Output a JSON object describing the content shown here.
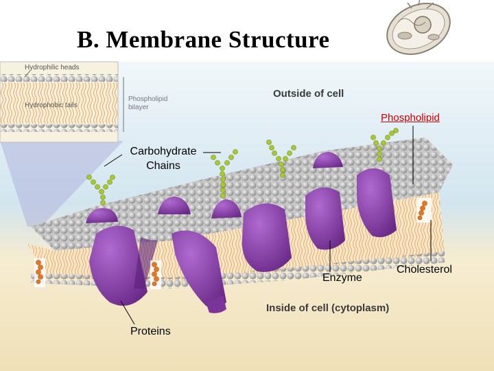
{
  "title": "B.  Membrane Structure",
  "regions": {
    "outside": "Outside of cell",
    "inside": "Inside of cell (cytoplasm)"
  },
  "labels": {
    "phospholipid": "Phospholipid",
    "carbohydrate_chains": "Carbohydrate Chains",
    "enzyme": "Enzyme",
    "cholesterol": "Cholesterol",
    "proteins": "Proteins"
  },
  "inset": {
    "hydrophilic_heads": "Hydrophilic heads",
    "hydrophobic_tails": "Hydrophobic tails",
    "phospholipid_bilayer": "Phospholipid bilayer"
  },
  "colors": {
    "protein": "#8e44b0",
    "protein_dark": "#6a2a88",
    "carbohydrate": "#a8c832",
    "head": "#b8b8b8",
    "tail": "#e8a860",
    "cholesterol": "#e87820",
    "phospholipid_label": "#cc0000",
    "sky": "#cfe3ee",
    "ground": "#f3e6c2"
  },
  "icons": {
    "cell": "cell-thumbnail-icon"
  }
}
